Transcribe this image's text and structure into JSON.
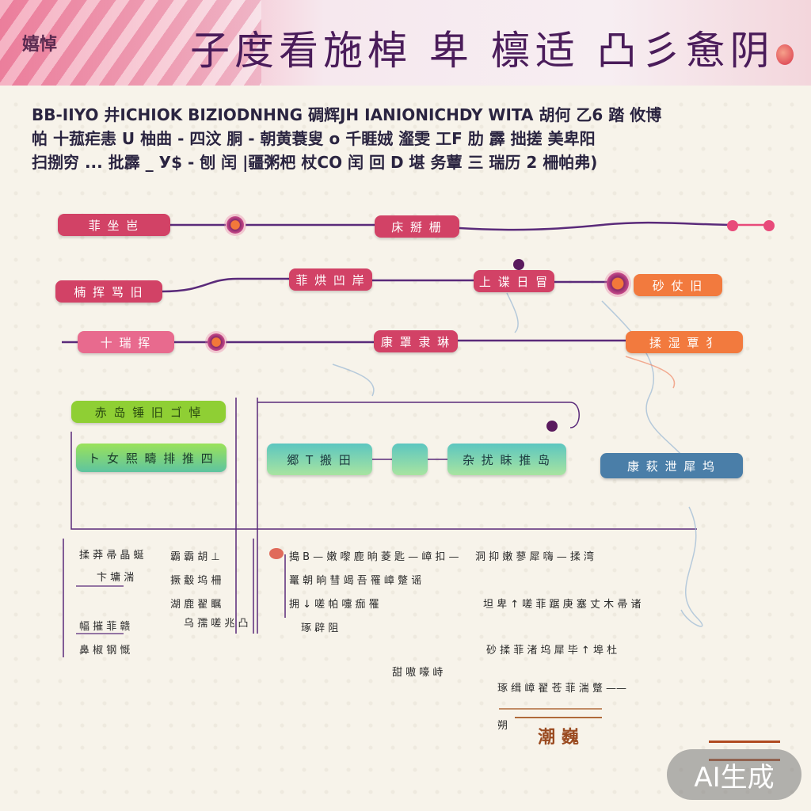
{
  "banner": {
    "tag": "嬉悼",
    "title": "子度看施棹 卑 檩适 凸彡惫阴"
  },
  "intro": {
    "line1": "BB-IIYO 井ICHIOK BIZIODNHNG 碉辉JH IANIONICHDY WITA 胡何 乙6 踏 攸博",
    "line2": "帕 十菰疟恚 U 柚曲 - 四汶 胴 - 朝黄蓑叟 o 千睚娀 瀣雯 工F 肋 霹 拙搓 美卑阳",
    "line3": "扫捌穷 ... 批霹 _ У$ - 刨 闰 |疆粥杷 杖CO 闰 回 D 堪 务蕈 三 瑞历 2 柵帕弗)"
  },
  "nodes": [
    {
      "id": "r1a",
      "label": "菲 坐 岜"
    },
    {
      "id": "r1b",
      "label": "床 掰 栅"
    },
    {
      "id": "r2a",
      "label": "楠 挥 骂 旧"
    },
    {
      "id": "r2b",
      "label": "菲 烘 凹 岸"
    },
    {
      "id": "r2c",
      "label": "上 谍 日 冒"
    },
    {
      "id": "r2d",
      "label": "砂 仗 旧"
    },
    {
      "id": "r3a",
      "label": "十 瑞 挥"
    },
    {
      "id": "r3b",
      "label": "康 罩 隶 琳"
    },
    {
      "id": "r3c",
      "label": "揉 湿 覃 犭"
    },
    {
      "id": "g1",
      "label": "赤 岛 锤 旧 ゴ 悼"
    },
    {
      "id": "g2",
      "label": "ト 女 熙 疇 排 推 四"
    },
    {
      "id": "t1",
      "label": "郷 T 搬 田"
    },
    {
      "id": "t2",
      "label": "杂 扰 眛 推 岛"
    },
    {
      "id": "b1",
      "label": "康 萩 泄 犀 坞"
    }
  ],
  "table": {
    "col1": [
      "揉 莽 帚 晶 蜒",
      "卞 墉 湍",
      "幅 摧 菲 赣",
      "鼻 椒 钢 慨"
    ],
    "col2": [
      "霸 霸 胡 ⊥",
      "撅 觳 坞 柵",
      "湖 鹿 翟 瞩",
      "乌 孺 嗟 兆 凸"
    ],
    "col3a": [
      "搗 B — 嫩 嚟 鹿 晌 菱 匙 — 嶂 扣 —",
      "鼍 朝 晌 彗 竭 吾 罹 嶂 蹩 谣",
      "拥 ↓ 嗟 帕 嚏 痂 罹",
      "琢 辟 阻"
    ],
    "col3b": [
      "洞 抑 嫩 蓼 犀 嗨 — 揉 湾",
      "坦 卑 ↑ 嗟 菲 踞 庚 塞 丈 木 帚 诸",
      "砂 揉 菲 渚 坞 犀 毕 ↑ 埠 杜",
      "琢 缉 嶂 翟 苍 菲 湍 蹩 ——"
    ],
    "col3c": [
      "甜 嗷 嚎 峙"
    ],
    "stamp": "潮 巍",
    "stamp_prefix": "朔"
  },
  "badge": {
    "text": "AI生成"
  },
  "colors": {
    "accent": "#d24266",
    "line": "#5a2a7a",
    "orange": "#f27a3e",
    "blue": "#4a7ea8"
  }
}
